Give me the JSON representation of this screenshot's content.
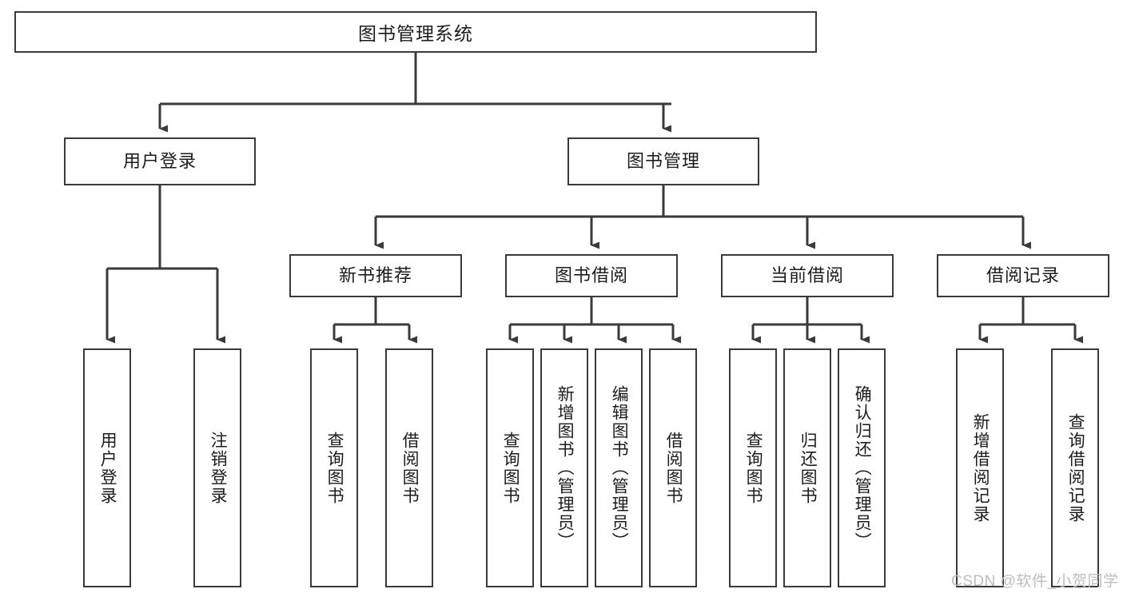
{
  "diagram": {
    "title": "图书管理系统",
    "type": "hierarchy-tree",
    "orientation": "top-down",
    "colors": {
      "stroke": "#3a3a3a",
      "fill": "#ffffff",
      "text": "#1c1c1c",
      "watermark": "#bdbdbd"
    },
    "root": {
      "label": "图书管理系统"
    },
    "level1": [
      {
        "label": "用户登录"
      },
      {
        "label": "图书管理"
      }
    ],
    "level2": [
      {
        "label": "新书推荐"
      },
      {
        "label": "图书借阅"
      },
      {
        "label": "当前借阅"
      },
      {
        "label": "借阅记录"
      }
    ],
    "leaves": {
      "user_login": [
        {
          "label": "用户登录"
        },
        {
          "label": "注销登录"
        }
      ],
      "new_book_recommend": [
        {
          "label": "查询图书"
        },
        {
          "label": "借阅图书"
        }
      ],
      "book_borrow": [
        {
          "label": "查询图书"
        },
        {
          "label": "新增图书（管理员）"
        },
        {
          "label": "编辑图书（管理员）"
        },
        {
          "label": "借阅图书"
        }
      ],
      "current_borrow": [
        {
          "label": "查询图书"
        },
        {
          "label": "归还图书"
        },
        {
          "label": "确认归还（管理员）"
        }
      ],
      "borrow_record": [
        {
          "label": "新增借阅记录"
        },
        {
          "label": "查询借阅记录"
        }
      ]
    }
  },
  "watermark": {
    "text": "CSDN @软件_小贺同学"
  }
}
